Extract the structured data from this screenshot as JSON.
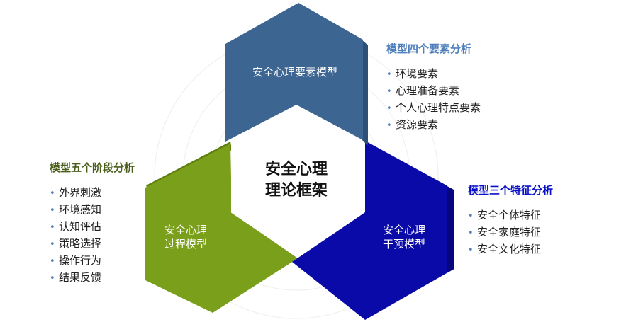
{
  "center": {
    "line1": "安全心理",
    "line2": "理论框架"
  },
  "blocks": {
    "elements_model": {
      "label": "安全心理要素模型",
      "color": "#3d6592",
      "side_color": "#2e4f77"
    },
    "process_model": {
      "line1": "安全心理",
      "line2": "过程模型",
      "color": "#7a9f1a",
      "side_color": "#5f7e10"
    },
    "intervention_model": {
      "line1": "安全心理",
      "line2": "干预模型",
      "color": "#0a0aa8",
      "side_color": "#060680"
    }
  },
  "panels": {
    "elements": {
      "title": "模型四个要素分析",
      "items": [
        "环境要素",
        "心理准备要素",
        "个人心理特点要素",
        "资源要素"
      ]
    },
    "stages": {
      "title": "模型五个阶段分析",
      "items": [
        "外界刺激",
        "环境感知",
        "认知评估",
        "策略选择",
        "操作行为",
        "结果反馈"
      ]
    },
    "features": {
      "title": "模型三个特征分析",
      "items": [
        "安全个体特征",
        "安全家庭特征",
        "安全文化特征"
      ]
    }
  },
  "bullet_glyph": "•"
}
